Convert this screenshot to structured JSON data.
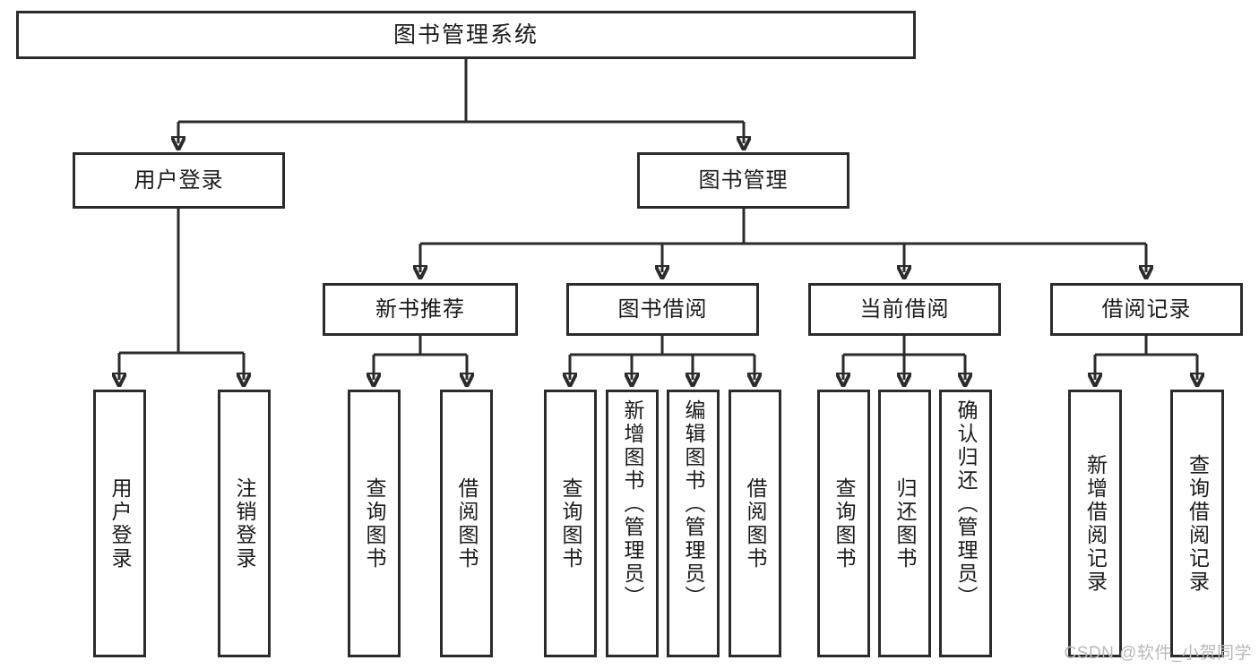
{
  "diagram": {
    "title": "图书管理系统",
    "type": "tree",
    "watermark": "CSDN @软件_小贺同学",
    "colors": {
      "stroke": "#2b2b2b",
      "box_fill": "#ffffff",
      "text": "#1b1b1b",
      "watermark": "#b9b9b9",
      "background": "#ffffff"
    },
    "nodes": {
      "root": "图书管理系统",
      "level2": [
        "用户登录",
        "图书管理"
      ],
      "level3": [
        "新书推荐",
        "图书借阅",
        "当前借阅",
        "借阅记录"
      ],
      "leaves": {
        "user_login": [
          "用户登录",
          "注销登录"
        ],
        "new_book_recommend": [
          "查询图书",
          "借阅图书"
        ],
        "book_borrow": [
          "查询图书",
          "新增图书（管理员）",
          "编辑图书（管理员）",
          "借阅图书"
        ],
        "current_borrow": [
          "查询图书",
          "归还图书",
          "确认归还（管理员）"
        ],
        "borrow_record": [
          "新增借阅记录",
          "查询借阅记录"
        ]
      }
    }
  }
}
